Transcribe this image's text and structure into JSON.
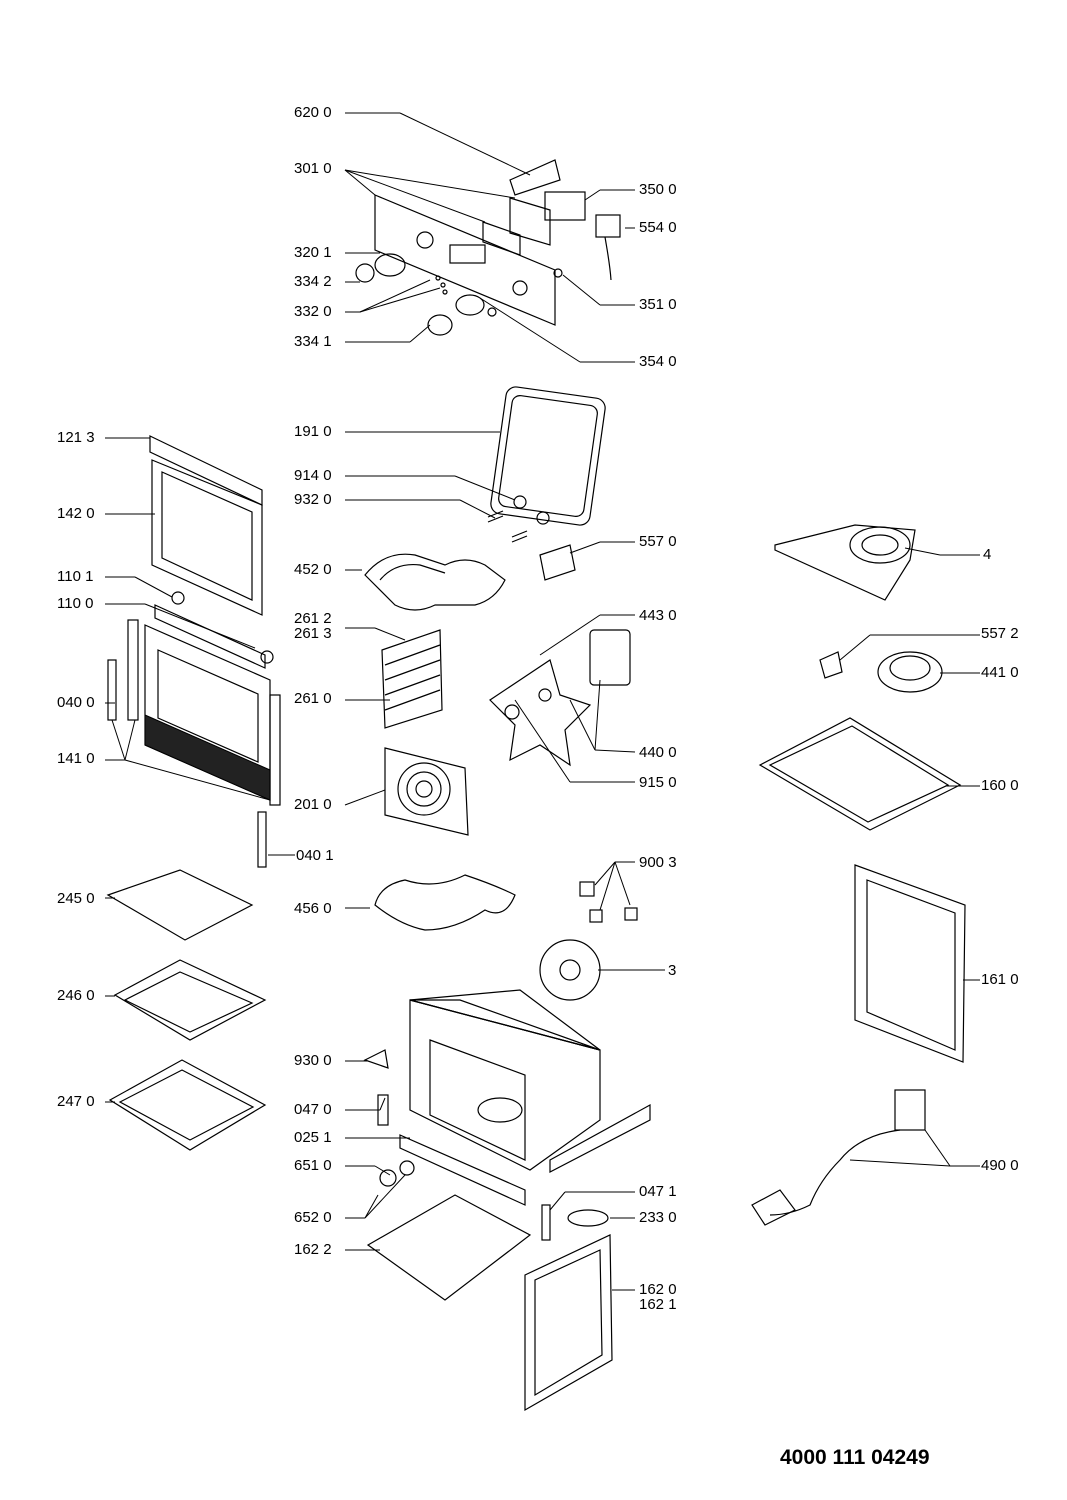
{
  "document_number": "4000 111 04249",
  "callouts": [
    {
      "id": "620-0",
      "text": "620 0"
    },
    {
      "id": "301-0",
      "text": "301 0"
    },
    {
      "id": "350-0",
      "text": "350 0"
    },
    {
      "id": "554-0",
      "text": "554 0"
    },
    {
      "id": "320-1",
      "text": "320 1"
    },
    {
      "id": "334-2",
      "text": "334 2"
    },
    {
      "id": "332-0",
      "text": "332 0"
    },
    {
      "id": "351-0",
      "text": "351 0"
    },
    {
      "id": "334-1",
      "text": "334 1"
    },
    {
      "id": "354-0",
      "text": "354 0"
    },
    {
      "id": "121-3",
      "text": "121 3"
    },
    {
      "id": "191-0",
      "text": "191 0"
    },
    {
      "id": "914-0",
      "text": "914 0"
    },
    {
      "id": "932-0",
      "text": "932 0"
    },
    {
      "id": "142-0",
      "text": "142 0"
    },
    {
      "id": "557-0",
      "text": "557 0"
    },
    {
      "id": "4",
      "text": "4"
    },
    {
      "id": "452-0",
      "text": "452 0"
    },
    {
      "id": "110-1",
      "text": "110 1"
    },
    {
      "id": "110-0",
      "text": "110 0"
    },
    {
      "id": "261-2",
      "text": "261 2"
    },
    {
      "id": "261-3",
      "text": "261 3"
    },
    {
      "id": "443-0",
      "text": "443 0"
    },
    {
      "id": "557-2",
      "text": "557 2"
    },
    {
      "id": "441-0",
      "text": "441 0"
    },
    {
      "id": "040-0",
      "text": "040 0"
    },
    {
      "id": "261-0",
      "text": "261 0"
    },
    {
      "id": "141-0",
      "text": "141 0"
    },
    {
      "id": "440-0",
      "text": "440 0"
    },
    {
      "id": "915-0",
      "text": "915 0"
    },
    {
      "id": "160-0",
      "text": "160 0"
    },
    {
      "id": "201-0",
      "text": "201 0"
    },
    {
      "id": "040-1",
      "text": "040 1"
    },
    {
      "id": "900-3",
      "text": "900 3"
    },
    {
      "id": "245-0",
      "text": "245 0"
    },
    {
      "id": "456-0",
      "text": "456 0"
    },
    {
      "id": "3",
      "text": "3"
    },
    {
      "id": "161-0",
      "text": "161 0"
    },
    {
      "id": "246-0",
      "text": "246 0"
    },
    {
      "id": "930-0",
      "text": "930 0"
    },
    {
      "id": "247-0",
      "text": "247 0"
    },
    {
      "id": "047-0",
      "text": "047 0"
    },
    {
      "id": "025-1",
      "text": "025 1"
    },
    {
      "id": "490-0",
      "text": "490 0"
    },
    {
      "id": "651-0",
      "text": "651 0"
    },
    {
      "id": "047-1",
      "text": "047 1"
    },
    {
      "id": "652-0",
      "text": "652 0"
    },
    {
      "id": "233-0",
      "text": "233 0"
    },
    {
      "id": "162-2",
      "text": "162 2"
    },
    {
      "id": "162-0",
      "text": "162 0"
    },
    {
      "id": "162-1",
      "text": "162 1"
    }
  ]
}
